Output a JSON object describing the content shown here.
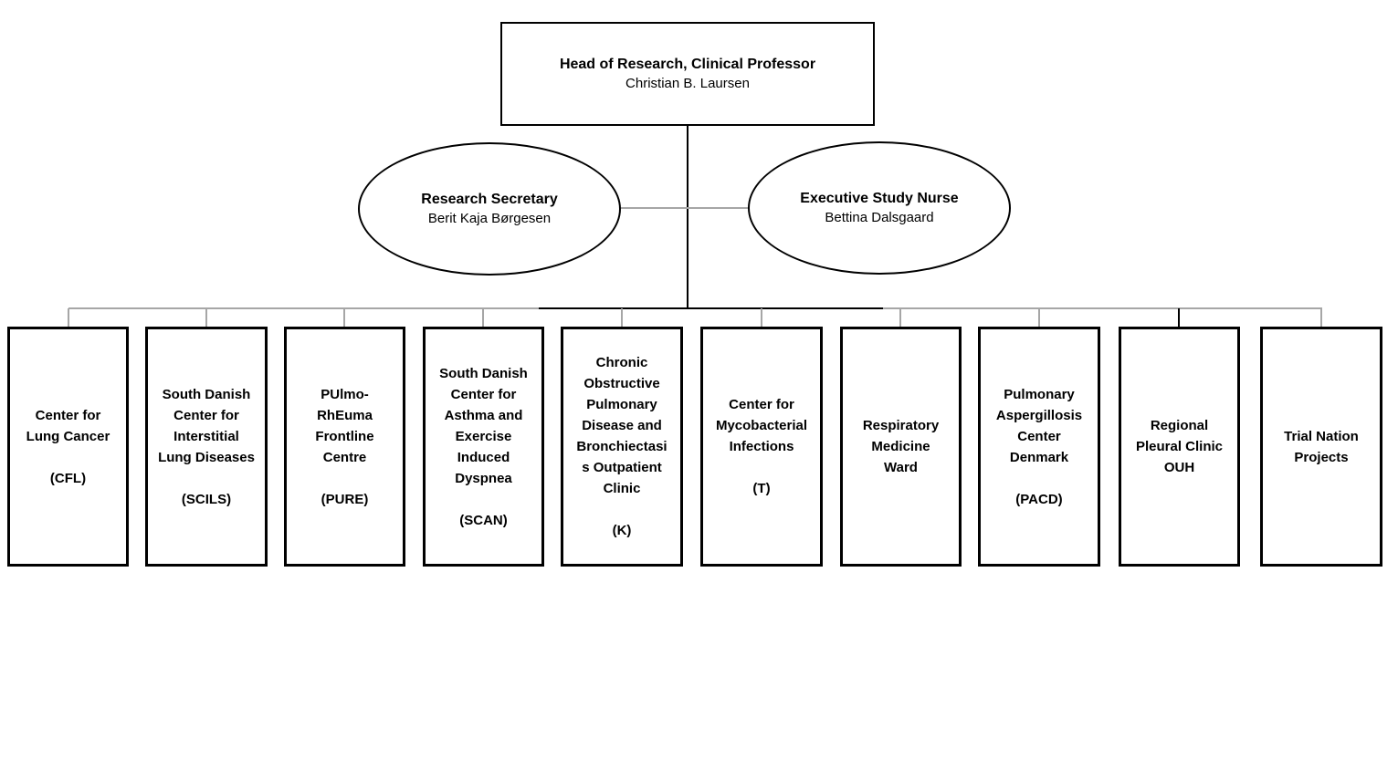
{
  "org_chart": {
    "root": {
      "title": "Head of Research, Clinical Professor",
      "person": "Christian B. Laursen"
    },
    "assistants": [
      {
        "title": "Research Secretary",
        "person": "Berit Kaja Børgesen"
      },
      {
        "title": "Executive Study Nurse",
        "person": "Bettina Dalsgaard"
      }
    ],
    "units": [
      {
        "name": "Center for Lung Cancer",
        "acronym": "(CFL)"
      },
      {
        "name": "South Danish Center for Interstitial Lung Diseases",
        "acronym": "(SCILS)"
      },
      {
        "name": "PUlmo-RhEuma Frontline Centre",
        "acronym": "(PURE)"
      },
      {
        "name": "South Danish Center for Asthma and Exercise Induced Dyspnea",
        "acronym": "(SCAN)"
      },
      {
        "name": "Chronic Obstructive Pulmonary Disease and Bronchiectasis Outpatient Clinic",
        "acronym": "(K)"
      },
      {
        "name": "Center for Mycobacterial Infections",
        "acronym": "(T)"
      },
      {
        "name": "Respiratory Medicine Ward",
        "acronym": ""
      },
      {
        "name": "Pulmonary Aspergillosis Center Denmark",
        "acronym": "(PACD)"
      },
      {
        "name": "Regional Pleural Clinic OUH",
        "acronym": ""
      },
      {
        "name": "Trial Nation Projects",
        "acronym": ""
      }
    ],
    "colors": {
      "connector_gray": "#a6a6a6",
      "connector_black": "#000000",
      "node_border": "#000000",
      "background": "#ffffff"
    }
  }
}
